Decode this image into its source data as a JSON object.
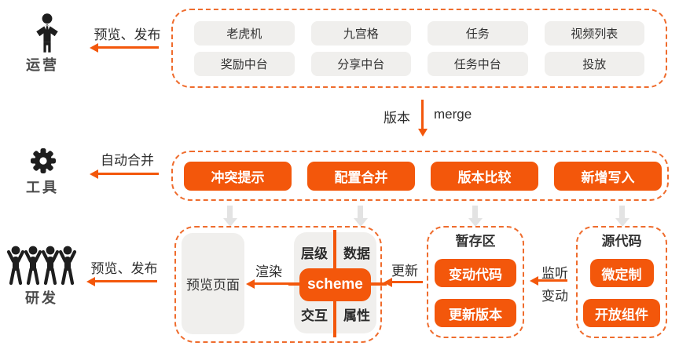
{
  "colors": {
    "accent_orange": "#f3570b",
    "dashed_border": "#ef6c2d",
    "module_gray": "#f0efed",
    "arrow_gray": "#e3e3e3",
    "text_dark": "#333333"
  },
  "rows": {
    "operation": {
      "label": "运营",
      "icon": "operator-icon",
      "arrow_label": "预览、发布",
      "modules": [
        "老虎机",
        "九宫格",
        "任务",
        "视频列表",
        "奖励中台",
        "分享中台",
        "任务中台",
        "投放"
      ]
    },
    "merge": {
      "left": "版本",
      "right": "merge"
    },
    "tools": {
      "label": "工具",
      "icon": "gear-icon",
      "arrow_label": "自动合并",
      "buttons": [
        "冲突提示",
        "配置合并",
        "版本比较",
        "新增写入"
      ]
    },
    "dev": {
      "label": "研发",
      "icon": "team-icon",
      "arrow_label": "预览、发布",
      "preview_box": "预览页面",
      "render_label": "渲染",
      "scheme": {
        "center": "scheme",
        "quadrants": [
          "层级",
          "数据",
          "交互",
          "属性"
        ]
      },
      "update_label": "更新",
      "staging": {
        "title": "暂存区",
        "buttons": [
          "变动代码",
          "更新版本"
        ]
      },
      "listen_label_line1": "监听",
      "listen_label_line2": "变动",
      "source": {
        "title": "源代码",
        "buttons": [
          "微定制",
          "开放组件"
        ]
      }
    }
  }
}
